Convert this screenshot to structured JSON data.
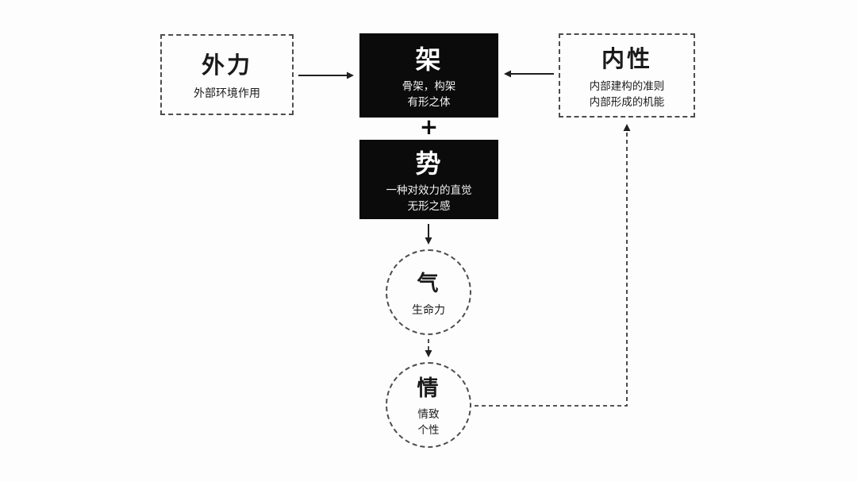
{
  "nodes": {
    "waili": {
      "title": "外力",
      "desc": "外部环境作用"
    },
    "jia": {
      "title": "架",
      "desc1": "骨架，构架",
      "desc2": "有形之体"
    },
    "neixing": {
      "title": "内性",
      "desc1": "内部建构的准则",
      "desc2": "内部形成的机能"
    },
    "shi": {
      "title": "势",
      "desc1": "一种对效力的直觉",
      "desc2": "无形之感"
    },
    "qi": {
      "title": "气",
      "desc": "生命力"
    },
    "qing": {
      "title": "情",
      "desc1": "情致",
      "desc2": "个性"
    }
  },
  "operators": {
    "plus": "+"
  },
  "colors": {
    "background": "#fdfdfd",
    "node_black": "#0b0b0b",
    "text_on_black": "#ffffff",
    "line": "#1f1f1f",
    "dashed_border": "#4d4d4d"
  }
}
